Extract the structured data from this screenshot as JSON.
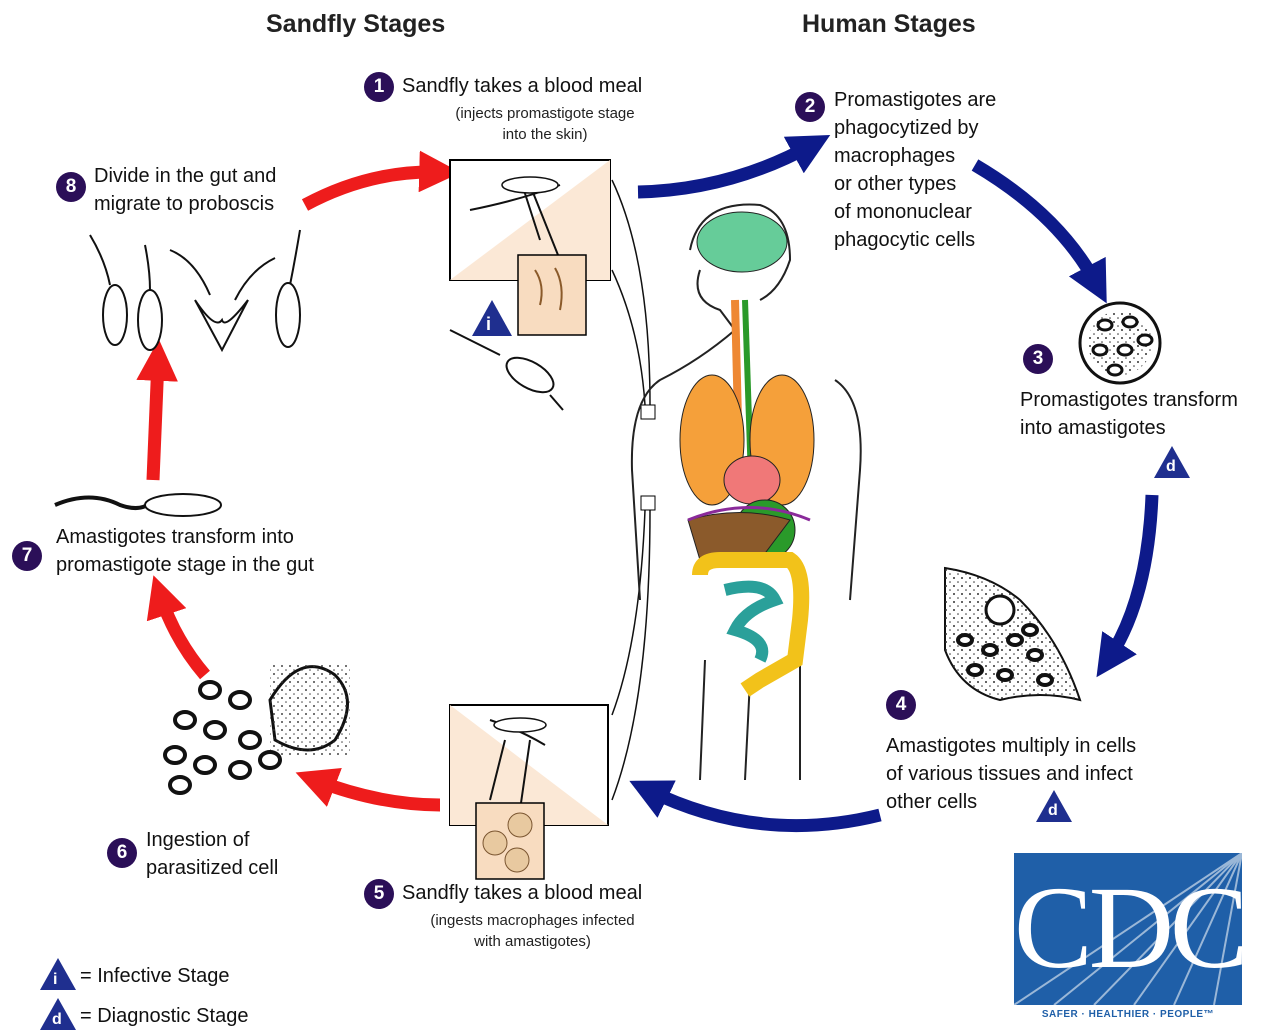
{
  "headers": {
    "left": "Sandfly Stages",
    "right": "Human Stages"
  },
  "steps": [
    {
      "num": "1",
      "lines": [
        "Sandfly takes a blood meal"
      ],
      "sub": [
        "(injects promastigote stage",
        "into the skin)"
      ]
    },
    {
      "num": "2",
      "lines": [
        "Promastigotes are",
        "phagocytized by",
        "macrophages",
        "or other types",
        "of mononuclear",
        "phagocytic cells"
      ]
    },
    {
      "num": "3",
      "lines": [
        "Promastigotes transform",
        "into amastigotes"
      ]
    },
    {
      "num": "4",
      "lines": [
        "Amastigotes multiply in cells",
        "of various tissues and infect",
        "other cells"
      ]
    },
    {
      "num": "5",
      "lines": [
        "Sandfly takes a blood meal"
      ],
      "sub": [
        "(ingests macrophages infected",
        "with amastigotes)"
      ]
    },
    {
      "num": "6",
      "lines": [
        "Ingestion of",
        "parasitized cell"
      ]
    },
    {
      "num": "7",
      "lines": [
        "Amastigotes transform into",
        "promastigote stage in  the gut"
      ]
    },
    {
      "num": "8",
      "lines": [
        "Divide in the gut and",
        "migrate to proboscis"
      ]
    }
  ],
  "markers": {
    "infective": "i",
    "diagnostic": "d"
  },
  "legend": {
    "infective": "= Infective Stage",
    "diagnostic": "= Diagnostic Stage"
  },
  "logo": {
    "text": "CDC",
    "tagline": "SAFER · HEALTHIER · PEOPLE™"
  },
  "colors": {
    "sandfly_arrow": "#ee1c1c",
    "human_arrow": "#0d1a8a",
    "step_badge": "#2b0f58",
    "marker": "#1f2f8f",
    "logo": "#1f5fa8"
  }
}
